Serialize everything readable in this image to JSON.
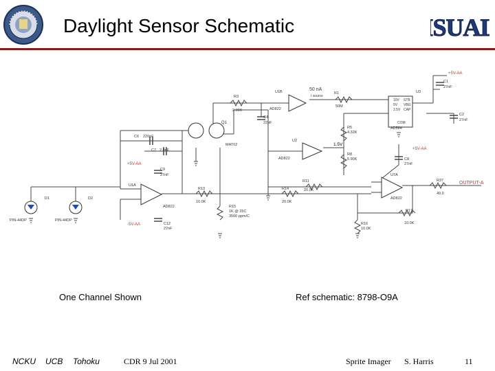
{
  "title": "Daylight Sensor Schematic",
  "logo_text": "ISUAL",
  "seal_label": "university-seal",
  "schematic": {
    "net_labels": {
      "p5v_top": "+5V-AA",
      "p5v_mid": "+5V-AA",
      "p5v_left": "+5V-AA",
      "m5v_left": "-5V-AA",
      "output": "OUTPUT-A"
    },
    "components": {
      "r3": "R3",
      "r3_val": "2.00K",
      "u13": "U1B",
      "u13_part": "AD822",
      "c4": "C4",
      "c4_val": "22pF",
      "i50na": "50 nA",
      "i50na_sub": "I source",
      "r1": "R1",
      "r1_val": "50M",
      "u3": "U3",
      "u3_part": "AD584",
      "pins_u3": [
        "10V",
        "5V",
        "2.5V",
        "STB",
        "VBG",
        "CAP",
        "COM"
      ],
      "c1": "C1",
      "c1_val": "27nF",
      "c2": "C2",
      "c2_val": "27nF",
      "q1": "Q1",
      "q1_part": "MAT02",
      "c6": "C6",
      "c6_val": "220pF",
      "c7": "C7",
      "c7_val": "2.0nF",
      "u2": "U2",
      "u2_part": "AD822",
      "v15": "1.5V",
      "r5": "R5",
      "r5_val": "4.32K",
      "r8": "R8",
      "r8_val": "5.90K",
      "c8": "C8",
      "c8_val": "27nF",
      "u1": "U1A",
      "u1_part": "AD822",
      "c9": "C9",
      "c9_val": "27nF",
      "c12": "C12",
      "c12_val": "27nF",
      "d1": "D1",
      "d1_part": "PIN-44DP",
      "d2": "D2",
      "d2_part": "PIN-44DP",
      "r13": "R13",
      "r13_val": "10.0K",
      "r15": "R15",
      "r15_val": "1K @ 25C",
      "r15_sub": "3500 ppm/C",
      "r11": "R11",
      "r11_val": "20.0K",
      "r14": "R14",
      "r14_val": "20.0K",
      "r16": "R16",
      "r16_val": "10.0K",
      "u7": "U7A",
      "u7_part": "AD822",
      "r17": "R17",
      "r17_val": "10.0K",
      "r37": "R37",
      "r37_val": "49.9"
    }
  },
  "captions": {
    "left": "One Channel Shown",
    "right": "Ref schematic: 8798-O9A"
  },
  "footer": {
    "org1": "NCKU",
    "org2": "UCB",
    "org3": "Tohoku",
    "cdr": "CDR  9 Jul 2001",
    "project": "Sprite Imager",
    "author": "S. Harris",
    "page": "11"
  }
}
